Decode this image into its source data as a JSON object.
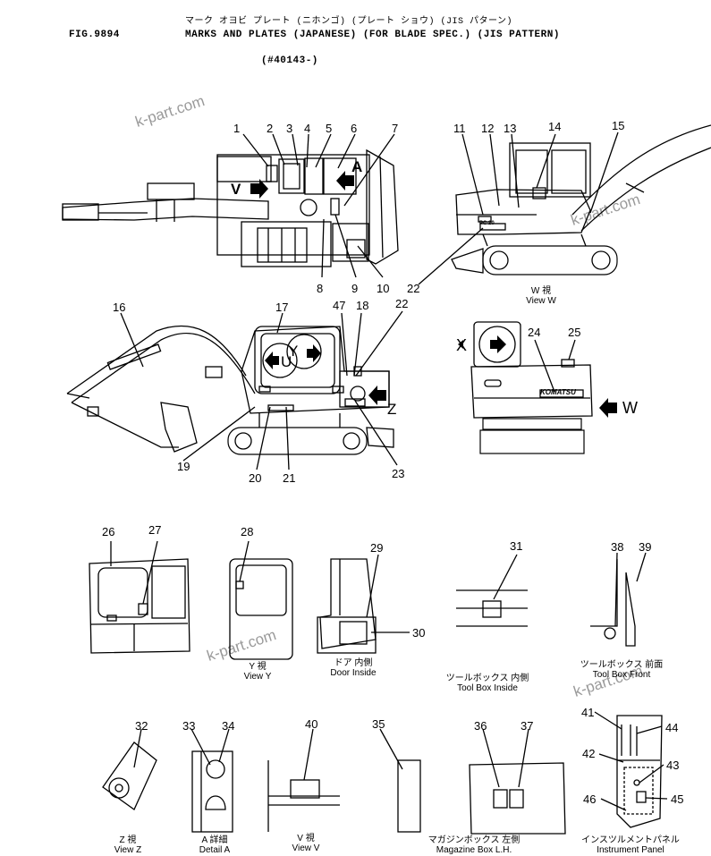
{
  "header": {
    "fig": "FIG.9894",
    "title_jp": "マーク オヨビ プレート (ニホンゴ) (プレート ショウ) (JIS パターン)",
    "title_en": "MARKS AND PLATES (JAPANESE) (FOR BLADE SPEC.) (JIS PATTERN)",
    "serial": "(#40143-)"
  },
  "callouts": [
    "1",
    "2",
    "3",
    "4",
    "5",
    "6",
    "7",
    "8",
    "9",
    "10",
    "11",
    "12",
    "13",
    "14",
    "15",
    "16",
    "17",
    "18",
    "19",
    "20",
    "21",
    "22",
    "22",
    "23",
    "24",
    "25",
    "26",
    "27",
    "28",
    "29",
    "30",
    "31",
    "32",
    "33",
    "34",
    "35",
    "36",
    "37",
    "38",
    "39",
    "40",
    "41",
    "42",
    "43",
    "44",
    "45",
    "46",
    "47"
  ],
  "view_letters": {
    "v_top": "V",
    "a_top": "A",
    "x_side": "X",
    "w_side": "W",
    "u_cab": "U",
    "y_cab": "Y",
    "z_side": "Z"
  },
  "captions": {
    "view_w_jp": "W  視",
    "view_w": "View  W",
    "view_y_jp": "Y  視",
    "view_y": "View  Y",
    "door_jp": "ドア  内側",
    "door": "Door  Inside",
    "toolbox_in_jp": "ツールボックス 内側",
    "toolbox_in": "Tool Box Inside",
    "toolbox_front_jp": "ツールボックス 前面",
    "toolbox_front": "Tool Box Front",
    "view_z_jp": "Z  視",
    "view_z": "View  Z",
    "detail_a_jp": "A 詳細",
    "detail_a": "Detail  A",
    "view_v_jp": "V  視",
    "view_v": "View  V",
    "magazine_jp": "マガジンボックス 左側",
    "magazine": "Magazine Box L.H.",
    "instrument_jp": "インスツルメントパネル",
    "instrument": "Instrument Panel"
  },
  "watermarks": [
    "k-part.com",
    "k-part.com",
    "k-part.com",
    "k-part.com"
  ],
  "brand_marks": {
    "komatsu": "KOMATSU",
    "model": "PC 20"
  }
}
